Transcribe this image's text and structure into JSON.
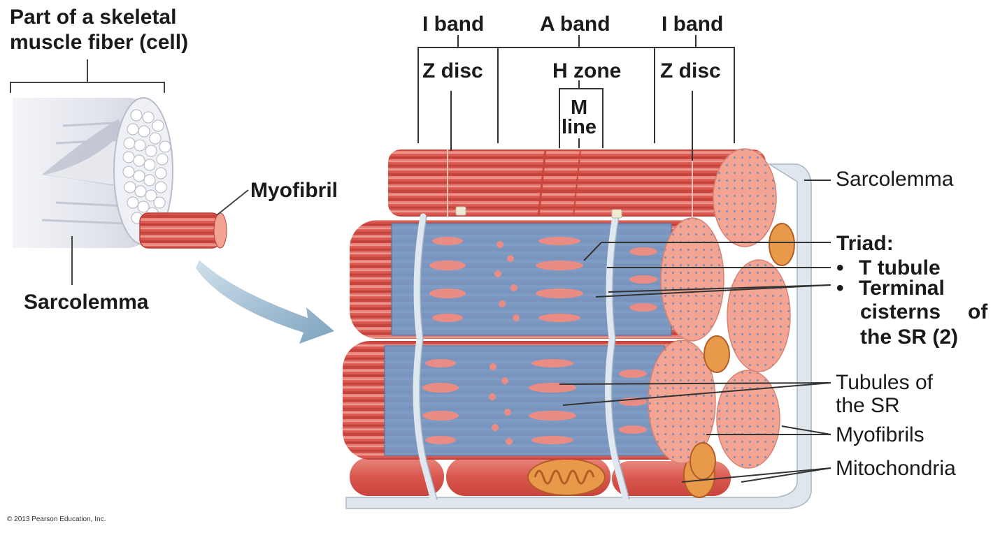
{
  "labels": {
    "part_line1": "Part of a skeletal",
    "part_line2": "muscle fiber (cell)",
    "myofibril": "Myofibril",
    "sarcolemma_left": "Sarcolemma",
    "i_band_left": "I band",
    "a_band": "A band",
    "i_band_right": "I band",
    "z_disc_left": "Z disc",
    "h_zone": "H zone",
    "z_disc_right": "Z disc",
    "m_line1": "M",
    "m_line2": "line",
    "sarcolemma_right": "Sarcolemma",
    "triad": "Triad:",
    "bullet": "•",
    "t_tubule": "T tubule",
    "terminal_line1": "Terminal",
    "terminal_line2": "cisterns",
    "terminal_of": "of",
    "terminal_line3": "the SR (2)",
    "tubules_line1": "Tubules of",
    "tubules_line2": "the SR",
    "myofibrils": "Myofibrils",
    "mitochondria": "Mitochondria"
  },
  "copyright": "© 2013 Pearson Education, Inc.",
  "colors": {
    "muscle_red": "#d9574f",
    "muscle_light": "#f0a296",
    "sr_blue": "#6f9fcf",
    "sr_dark": "#4d7fb2",
    "sarcolemma_gray": "#dde5ec",
    "arrow_blue": "#8fb0c8",
    "mito_orange": "#e89a4a"
  }
}
